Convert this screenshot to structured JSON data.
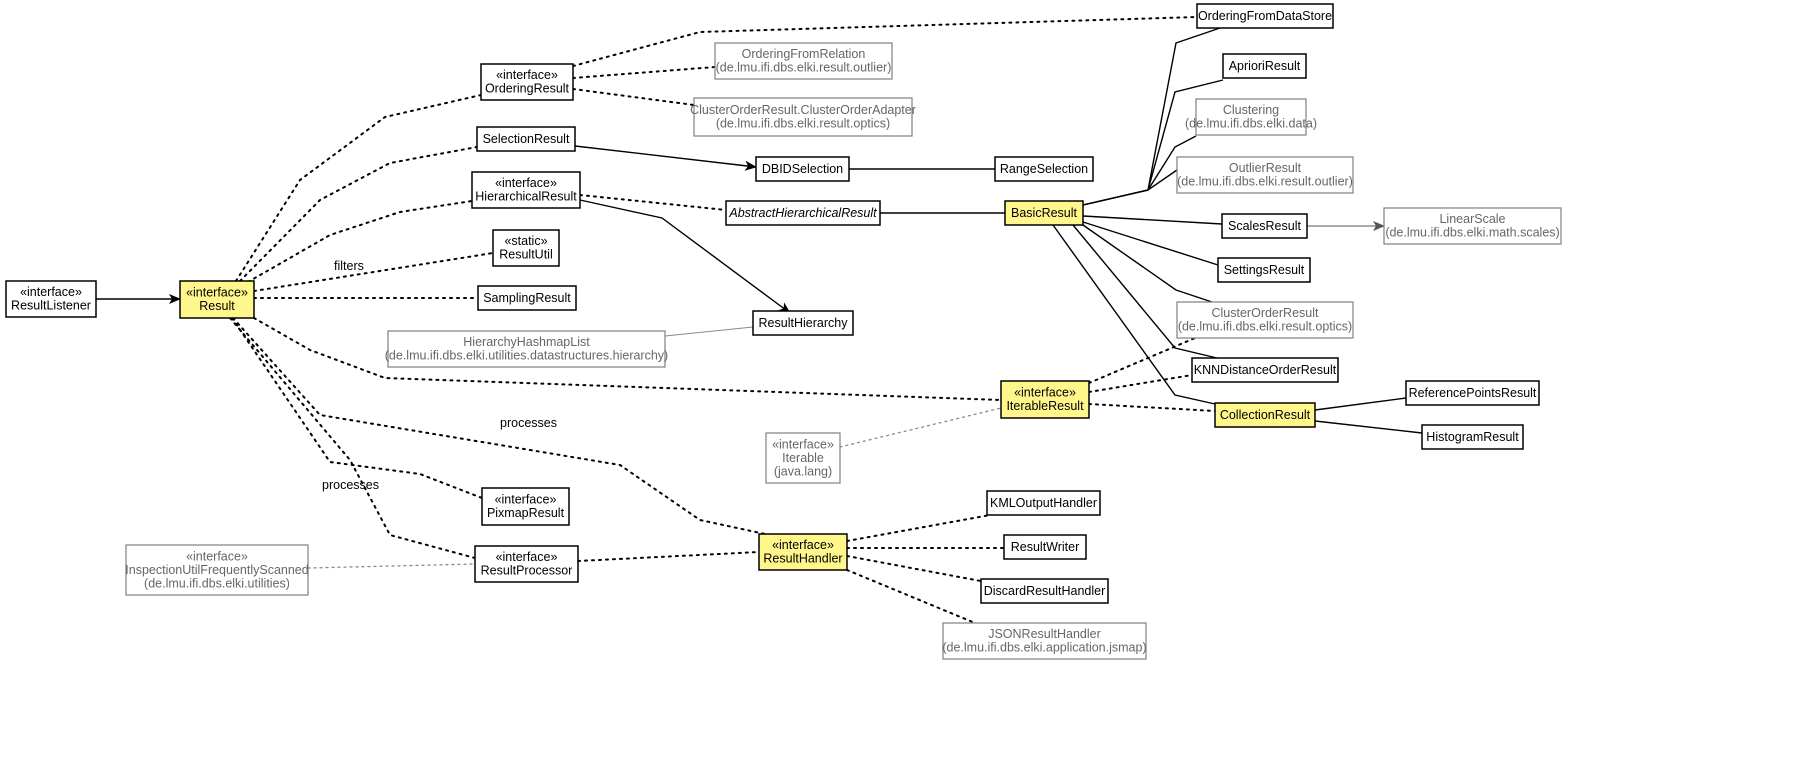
{
  "diagram": {
    "colors": {
      "highlight_fill": "#fff78c",
      "internal_stroke": "#000000",
      "external_stroke": "#808080",
      "external_text": "#666666"
    },
    "nodes": [
      {
        "id": "resultlistener",
        "lines": [
          "«interface»",
          "ResultListener"
        ],
        "external": false,
        "highlight": false
      },
      {
        "id": "result",
        "lines": [
          "«interface»",
          "Result"
        ],
        "external": false,
        "highlight": true
      },
      {
        "id": "orderingresult",
        "lines": [
          "«interface»",
          "OrderingResult"
        ],
        "external": false,
        "highlight": false
      },
      {
        "id": "selectionresult",
        "lines": [
          "SelectionResult"
        ],
        "external": false,
        "highlight": false
      },
      {
        "id": "hierarchicalresult",
        "lines": [
          "«interface»",
          "HierarchicalResult"
        ],
        "external": false,
        "highlight": false
      },
      {
        "id": "resultutil",
        "lines": [
          "«static»",
          "ResultUtil"
        ],
        "external": false,
        "highlight": false
      },
      {
        "id": "samplingresult",
        "lines": [
          "SamplingResult"
        ],
        "external": false,
        "highlight": false
      },
      {
        "id": "pixmapresult",
        "lines": [
          "«interface»",
          "PixmapResult"
        ],
        "external": false,
        "highlight": false
      },
      {
        "id": "resultprocessor",
        "lines": [
          "«interface»",
          "ResultProcessor"
        ],
        "external": false,
        "highlight": false
      },
      {
        "id": "inspectionutil",
        "lines": [
          "«interface»",
          "InspectionUtilFrequentlyScanned",
          "(de.lmu.ifi.dbs.elki.utilities)"
        ],
        "external": true,
        "highlight": false
      },
      {
        "id": "hierarchyhashmaplist",
        "lines": [
          "HierarchyHashmapList",
          "(de.lmu.ifi.dbs.elki.utilities.datastructures.hierarchy)"
        ],
        "external": true,
        "highlight": false
      },
      {
        "id": "orderingfromdatastore",
        "lines": [
          "OrderingFromDataStore"
        ],
        "external": false,
        "highlight": false
      },
      {
        "id": "orderingfromrelation",
        "lines": [
          "OrderingFromRelation",
          "(de.lmu.ifi.dbs.elki.result.outlier)"
        ],
        "external": true,
        "highlight": false
      },
      {
        "id": "clusterorderadapter",
        "lines": [
          "ClusterOrderResult.ClusterOrderAdapter",
          "(de.lmu.ifi.dbs.elki.result.optics)"
        ],
        "external": true,
        "highlight": false
      },
      {
        "id": "dbidselection",
        "lines": [
          "DBIDSelection"
        ],
        "external": false,
        "highlight": false
      },
      {
        "id": "rangeselection",
        "lines": [
          "RangeSelection"
        ],
        "external": false,
        "highlight": false
      },
      {
        "id": "abstracthierarchicalresult",
        "lines": [
          "AbstractHierarchicalResult"
        ],
        "external": false,
        "highlight": false,
        "italic": true
      },
      {
        "id": "resulthierarchy",
        "lines": [
          "ResultHierarchy"
        ],
        "external": false,
        "highlight": false
      },
      {
        "id": "basicresult",
        "lines": [
          "BasicResult"
        ],
        "external": false,
        "highlight": true
      },
      {
        "id": "aprioriresult",
        "lines": [
          "AprioriResult"
        ],
        "external": false,
        "highlight": false
      },
      {
        "id": "clustering",
        "lines": [
          "Clustering",
          "(de.lmu.ifi.dbs.elki.data)"
        ],
        "external": true,
        "highlight": false
      },
      {
        "id": "outlierresult",
        "lines": [
          "OutlierResult",
          "(de.lmu.ifi.dbs.elki.result.outlier)"
        ],
        "external": true,
        "highlight": false
      },
      {
        "id": "scalesresult",
        "lines": [
          "ScalesResult"
        ],
        "external": false,
        "highlight": false
      },
      {
        "id": "linearscale",
        "lines": [
          "LinearScale",
          "(de.lmu.ifi.dbs.elki.math.scales)"
        ],
        "external": true,
        "highlight": false
      },
      {
        "id": "settingsresult",
        "lines": [
          "SettingsResult"
        ],
        "external": false,
        "highlight": false
      },
      {
        "id": "clusterorderresult",
        "lines": [
          "ClusterOrderResult",
          "(de.lmu.ifi.dbs.elki.result.optics)"
        ],
        "external": true,
        "highlight": false
      },
      {
        "id": "knndistanceorderresult",
        "lines": [
          "KNNDistanceOrderResult"
        ],
        "external": false,
        "highlight": false
      },
      {
        "id": "iterableresult",
        "lines": [
          "«interface»",
          "IterableResult"
        ],
        "external": false,
        "highlight": true
      },
      {
        "id": "collectionresult",
        "lines": [
          "CollectionResult"
        ],
        "external": false,
        "highlight": true
      },
      {
        "id": "referencepointsresult",
        "lines": [
          "ReferencePointsResult"
        ],
        "external": false,
        "highlight": false
      },
      {
        "id": "histogramresult",
        "lines": [
          "HistogramResult"
        ],
        "external": false,
        "highlight": false
      },
      {
        "id": "iterable",
        "lines": [
          "«interface»",
          "Iterable",
          "(java.lang)"
        ],
        "external": true,
        "highlight": false
      },
      {
        "id": "resulthandler",
        "lines": [
          "«interface»",
          "ResultHandler"
        ],
        "external": false,
        "highlight": true
      },
      {
        "id": "kmloutputhandler",
        "lines": [
          "KMLOutputHandler"
        ],
        "external": false,
        "highlight": false
      },
      {
        "id": "resultwriter",
        "lines": [
          "ResultWriter"
        ],
        "external": false,
        "highlight": false
      },
      {
        "id": "discardresulthandler",
        "lines": [
          "DiscardResultHandler"
        ],
        "external": false,
        "highlight": false
      },
      {
        "id": "jsonresulthandler",
        "lines": [
          "JSONResultHandler",
          "(de.lmu.ifi.dbs.elki.application.jsmap)"
        ],
        "external": true,
        "highlight": false
      }
    ],
    "edges": [
      {
        "from": "resultlistener",
        "to": "result",
        "style": "solid-arrow"
      },
      {
        "from": "result",
        "to": "orderingresult",
        "style": "dotted"
      },
      {
        "from": "result",
        "to": "selectionresult",
        "style": "dotted"
      },
      {
        "from": "result",
        "to": "hierarchicalresult",
        "style": "dotted"
      },
      {
        "from": "result",
        "to": "resultutil",
        "style": "dotted",
        "label": "filters"
      },
      {
        "from": "result",
        "to": "samplingresult",
        "style": "dotted"
      },
      {
        "from": "result",
        "to": "iterableresult",
        "style": "dotted"
      },
      {
        "from": "result",
        "to": "resulthandler",
        "style": "dotted",
        "label": "processes"
      },
      {
        "from": "result",
        "to": "pixmapresult",
        "style": "dotted"
      },
      {
        "from": "result",
        "to": "resultprocessor",
        "style": "dotted",
        "label": "processes"
      },
      {
        "from": "inspectionutil",
        "to": "resultprocessor",
        "style": "dotted-gray"
      },
      {
        "from": "resultprocessor",
        "to": "resulthandler",
        "style": "dotted"
      },
      {
        "from": "orderingresult",
        "to": "orderingfromdatastore",
        "style": "dotted"
      },
      {
        "from": "orderingresult",
        "to": "orderingfromrelation",
        "style": "dotted"
      },
      {
        "from": "orderingresult",
        "to": "clusterorderadapter",
        "style": "dotted"
      },
      {
        "from": "selectionresult",
        "to": "dbidselection",
        "style": "solid-arrow"
      },
      {
        "from": "dbidselection",
        "to": "rangeselection",
        "style": "solid"
      },
      {
        "from": "hierarchicalresult",
        "to": "abstracthierarchicalresult",
        "style": "dotted"
      },
      {
        "from": "hierarchicalresult",
        "to": "resulthierarchy",
        "style": "solid-arrow"
      },
      {
        "from": "hierarchyhashmaplist",
        "to": "resulthierarchy",
        "style": "solid-gray"
      },
      {
        "from": "abstracthierarchicalresult",
        "to": "basicresult",
        "style": "solid"
      },
      {
        "from": "basicresult",
        "to": "orderingfromdatastore",
        "style": "solid"
      },
      {
        "from": "basicresult",
        "to": "aprioriresult",
        "style": "solid"
      },
      {
        "from": "basicresult",
        "to": "clustering",
        "style": "solid"
      },
      {
        "from": "basicresult",
        "to": "outlierresult",
        "style": "solid"
      },
      {
        "from": "basicresult",
        "to": "scalesresult",
        "style": "solid"
      },
      {
        "from": "basicresult",
        "to": "settingsresult",
        "style": "solid"
      },
      {
        "from": "basicresult",
        "to": "clusterorderresult",
        "style": "solid"
      },
      {
        "from": "basicresult",
        "to": "knndistanceorderresult",
        "style": "solid"
      },
      {
        "from": "basicresult",
        "to": "collectionresult",
        "style": "solid"
      },
      {
        "from": "scalesresult",
        "to": "linearscale",
        "style": "solid-arrow-gray"
      },
      {
        "from": "iterableresult",
        "to": "clusterorderresult",
        "style": "dotted"
      },
      {
        "from": "iterableresult",
        "to": "knndistanceorderresult",
        "style": "dotted"
      },
      {
        "from": "iterableresult",
        "to": "collectionresult",
        "style": "dotted"
      },
      {
        "from": "iterable",
        "to": "iterableresult",
        "style": "dotted-gray"
      },
      {
        "from": "collectionresult",
        "to": "referencepointsresult",
        "style": "solid"
      },
      {
        "from": "collectionresult",
        "to": "histogramresult",
        "style": "solid"
      },
      {
        "from": "resulthandler",
        "to": "kmloutputhandler",
        "style": "dotted"
      },
      {
        "from": "resulthandler",
        "to": "resultwriter",
        "style": "dotted"
      },
      {
        "from": "resulthandler",
        "to": "discardresulthandler",
        "style": "dotted"
      },
      {
        "from": "resulthandler",
        "to": "jsonresulthandler",
        "style": "dotted"
      }
    ]
  }
}
